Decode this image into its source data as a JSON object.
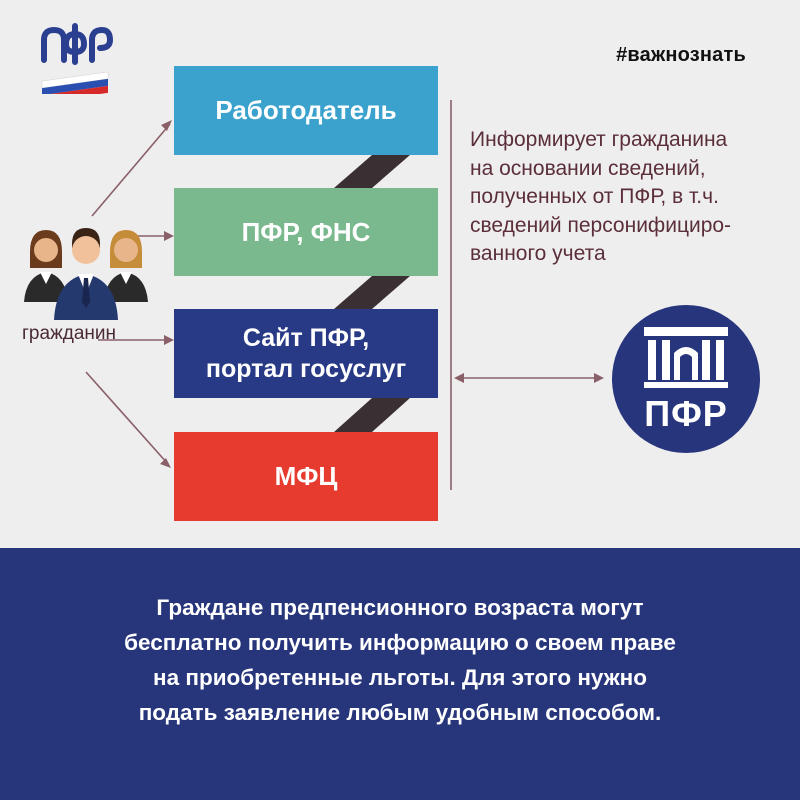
{
  "hashtag": "#важнознать",
  "boxes": [
    {
      "label": "Работодатель",
      "color": "#3aa2cd"
    },
    {
      "label": "ПФР, ФНС",
      "color": "#7ab88d"
    },
    {
      "label_line1": "Сайт ПФР,",
      "label_line2": "портал госуслуг",
      "color": "#283a86"
    },
    {
      "label": "МФЦ",
      "color": "#e63b2e"
    }
  ],
  "citizen": {
    "label": "гражданин"
  },
  "description": {
    "lines": [
      "Информирует гражданина",
      "на основании сведений,",
      "полученных от ПФР, в т.ч.",
      "сведений персонифициро-",
      "ванного учета"
    ]
  },
  "pfr": {
    "label": "ПФР",
    "color": "#27357c"
  },
  "banner": {
    "lines": [
      "Граждане предпенсионного возраста могут",
      "бесплатно получить информацию о своем праве",
      "на приобретенные льготы. Для этого нужно",
      "подать заявление любым удобным способом."
    ],
    "color": "#27357b"
  },
  "icons": [
    "pfr-logo-icon",
    "citizens-group-icon",
    "pfr-building-icon"
  ]
}
